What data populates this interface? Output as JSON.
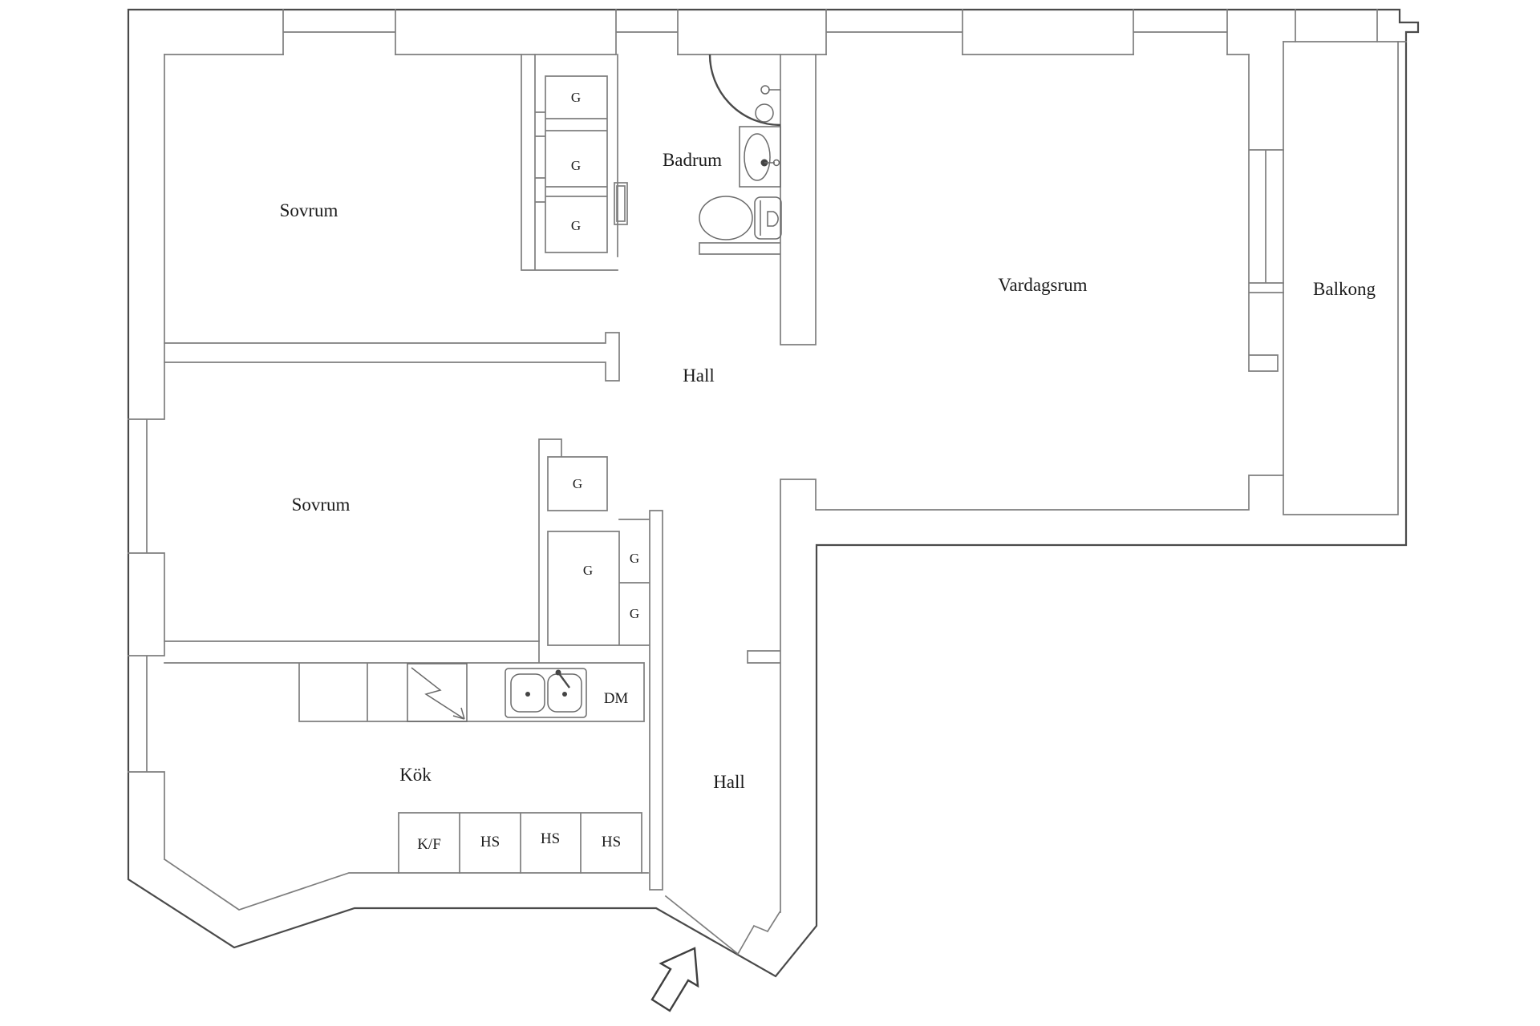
{
  "rooms": {
    "sovrum_top": "Sovrum",
    "sovrum_bottom": "Sovrum",
    "badrum": "Badrum",
    "hall_upper": "Hall",
    "hall_lower": "Hall",
    "vardagsrum": "Vardagsrum",
    "balkong": "Balkong",
    "kok": "Kök"
  },
  "closets": {
    "label": "G"
  },
  "kitchen": {
    "dishwasher": "DM",
    "fridge_freezer": "K/F",
    "tall_cabinet": "HS"
  },
  "icons": {
    "entry_arrow": "entry-direction-arrow",
    "shower": "corner-shower",
    "toilet": "toilet",
    "washbasin": "washbasin",
    "kitchen_sink": "double-sink",
    "stove": "stove-lightning-symbol",
    "windows": "double-line-windows"
  },
  "colors": {
    "background": "#ffffff",
    "wall_line": "#7e7e7e",
    "outer_line": "#4a4a4a",
    "text": "#1b1b1b"
  }
}
